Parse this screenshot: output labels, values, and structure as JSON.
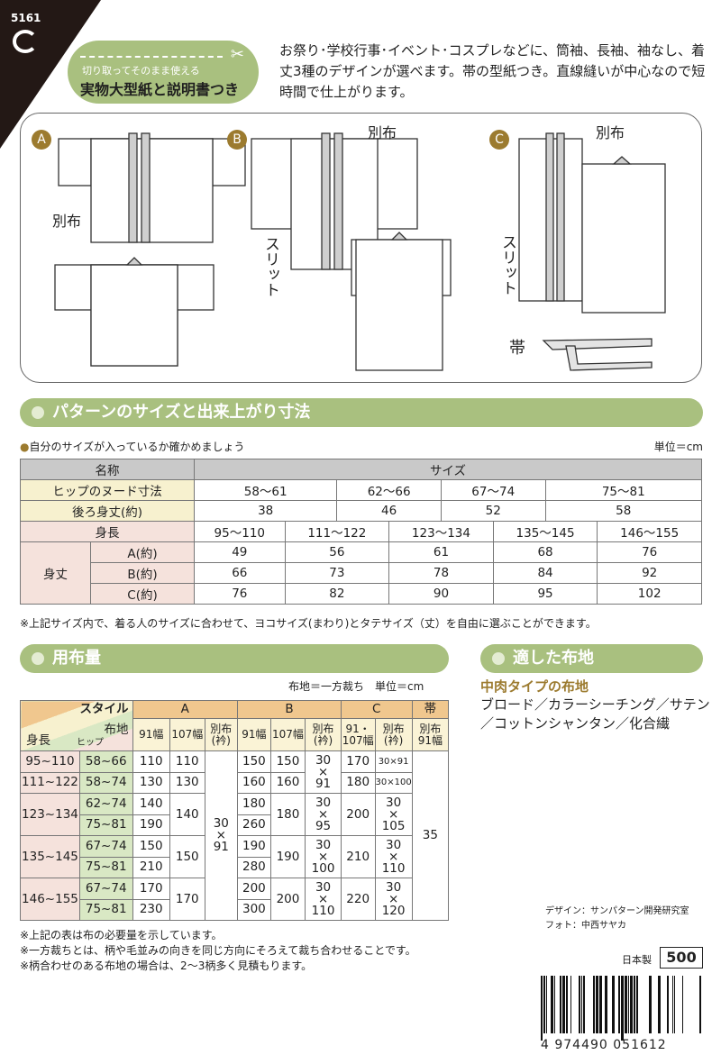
{
  "header": {
    "code": "5161",
    "pill_line1": "切り取ってそのまま使える",
    "pill_line2": "実物大型紙と説明書つき",
    "intro": "お祭り･学校行事･イベント･コスプレなどに、筒袖、長袖、袖なし、着丈3種のデザインが選べます。帯の型紙つき。直線縫いが中心なので短時間で仕上がります。"
  },
  "illustration": {
    "labels": {
      "a": "A",
      "b": "B",
      "c": "C",
      "a_bessfu": "別布",
      "b_bessfu": "別布",
      "c_bessfu": "別布",
      "b_slit": "スリット",
      "c_slit": "スリット",
      "obi": "帯"
    }
  },
  "size_section": {
    "title": "パターンのサイズと出来上がり寸法",
    "note": "自分のサイズが入っているか確かめましょう",
    "unit": "単位＝cm",
    "h_name": "名称",
    "h_size": "サイズ",
    "hip_label": "ヒップのヌード寸法",
    "hip": [
      "58〜61",
      "62〜66",
      "67〜74",
      "75〜81"
    ],
    "back_label": "後ろ身丈(約)",
    "back": [
      "38",
      "46",
      "52",
      "58"
    ],
    "height_label": "身長",
    "heights": [
      "95〜110",
      "111〜122",
      "123〜134",
      "135〜145",
      "146〜155"
    ],
    "body_label": "身丈",
    "body_rows": [
      {
        "label": "A(約)",
        "values": [
          "49",
          "56",
          "61",
          "68",
          "76"
        ]
      },
      {
        "label": "B(約)",
        "values": [
          "66",
          "73",
          "78",
          "84",
          "92"
        ]
      },
      {
        "label": "C(約)",
        "values": [
          "76",
          "82",
          "90",
          "95",
          "102"
        ]
      }
    ],
    "footnote": "※上記サイズ内で、着る人のサイズに合わせて、ヨコサイズ(まわり)とタテサイズ（丈）を自由に選ぶことができます。"
  },
  "fabric_section": {
    "title": "用布量",
    "unit": "布地＝一方裁ち　単位＝cm",
    "h_style": "スタイル",
    "h_fabric": "布地",
    "h_height": "身長",
    "h_hip": "ヒップ",
    "groups": [
      "A",
      "B",
      "C",
      "帯"
    ],
    "subs": [
      "91幅",
      "107幅",
      "別布\n(衿)",
      "91幅",
      "107幅",
      "別布\n(衿)",
      "91・\n107幅",
      "別布\n(衿)",
      "別布\n91幅"
    ],
    "heights": [
      "95~110",
      "111~122",
      "123~134",
      "135~145",
      "146~155"
    ],
    "hips": [
      "58~66",
      "58~74",
      "62~74",
      "75~81",
      "67~74",
      "75~81",
      "67~74",
      "75~81"
    ],
    "a91": [
      "110",
      "130",
      "140",
      "190",
      "150",
      "210",
      "170",
      "230"
    ],
    "a107": [
      "110",
      "130",
      "140",
      "150",
      "170"
    ],
    "a_collar": "30\n×\n91",
    "b91": [
      "150",
      "160",
      "180",
      "260",
      "190",
      "280",
      "200",
      "300"
    ],
    "b107": [
      "150",
      "160",
      "180",
      "190",
      "200"
    ],
    "b_collar": [
      "30\n×\n91",
      "30\n×\n95",
      "30\n×\n100",
      "30\n×\n110"
    ],
    "c91": [
      "170",
      "180",
      "200",
      "210",
      "220"
    ],
    "c_collar": [
      "30×91",
      "30×100",
      "30\n×\n105",
      "30\n×\n110",
      "30\n×\n120"
    ],
    "obi": "35",
    "notes": [
      "※上記の表は布の必要量を示しています。",
      "※一方裁ちとは、柄や毛並みの向きを同じ方向にそろえて裁ち合わせることです。",
      "※柄合わせのある布地の場合は、2〜3柄多く見積もります。"
    ]
  },
  "suitable": {
    "title": "適した布地",
    "subtitle": "中肉タイプの布地",
    "line1": "ブロード／カラーシーチング／サテン",
    "line2": "／コットンシャンタン／化合繊"
  },
  "credits": {
    "design": "デザイン：サンパターン開発研究室",
    "photo": "フォト：中西サヤカ"
  },
  "footer": {
    "made_in": "日本製",
    "price": "500",
    "barcode": "4 974490 051612"
  },
  "colors": {
    "green": "#a9c07f",
    "brown": "#9c7b2f"
  }
}
